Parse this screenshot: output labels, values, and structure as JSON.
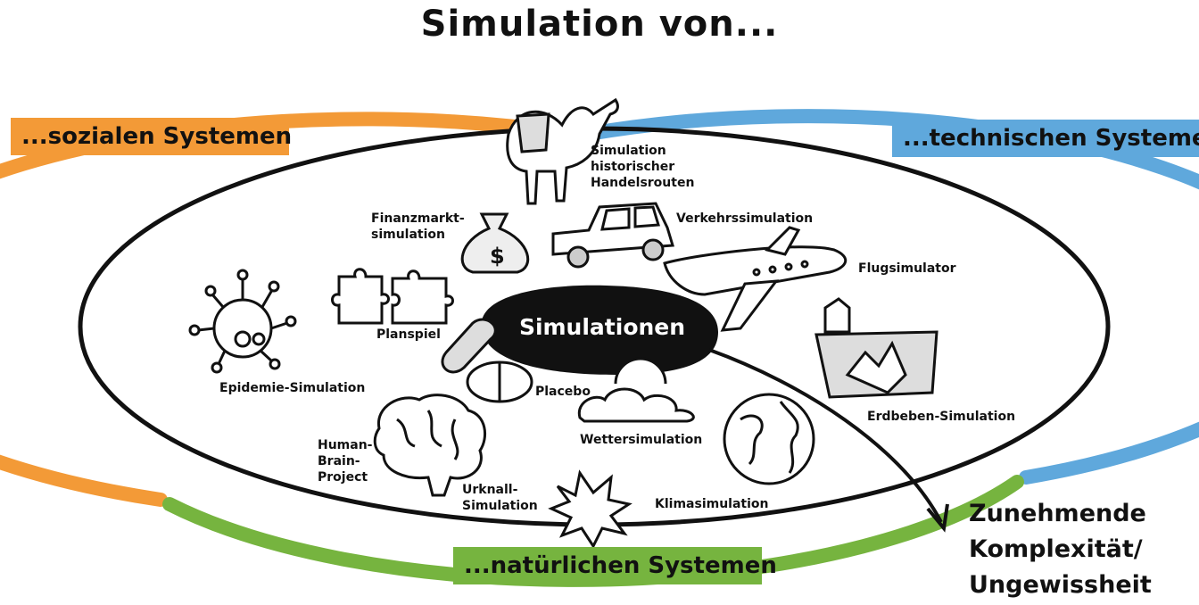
{
  "title": "Simulation von...",
  "bands": {
    "social": "...sozialen Systemen",
    "technical": "...technischen Systemen",
    "natural": "...natürlichen Systemen"
  },
  "center": "Simulationen",
  "complexity": [
    "Zunehmende",
    "Komplexität/",
    "Ungewissheit"
  ],
  "items": {
    "trade_routes": [
      "Simulation",
      "historischer",
      "Handelsrouten"
    ],
    "finance": [
      "Finanzmarkt-",
      "simulation"
    ],
    "traffic": "Verkehrssimulation",
    "flight": "Flugsimulator",
    "planspiel": "Planspiel",
    "epidemic": "Epidemie-Simulation",
    "placebo": "Placebo",
    "earthquake": "Erdbeben-Simulation",
    "weather": "Wettersimulation",
    "brain": [
      "Human-",
      "Brain-",
      "Project"
    ],
    "big_bang": [
      "Urknall-",
      "Simulation"
    ],
    "climate": "Klimasimulation"
  },
  "colors": {
    "social": "#f39a37",
    "technical": "#5fa8dc",
    "natural": "#76b43f",
    "ink": "#111111"
  },
  "icons": [
    "camel-icon",
    "money-bag-icon",
    "car-icon",
    "airplane-icon",
    "puzzle-icon",
    "virus-icon",
    "pill-icon",
    "earthquake-house-icon",
    "weather-cloud-icon",
    "brain-icon",
    "explosion-icon",
    "globe-icon"
  ]
}
